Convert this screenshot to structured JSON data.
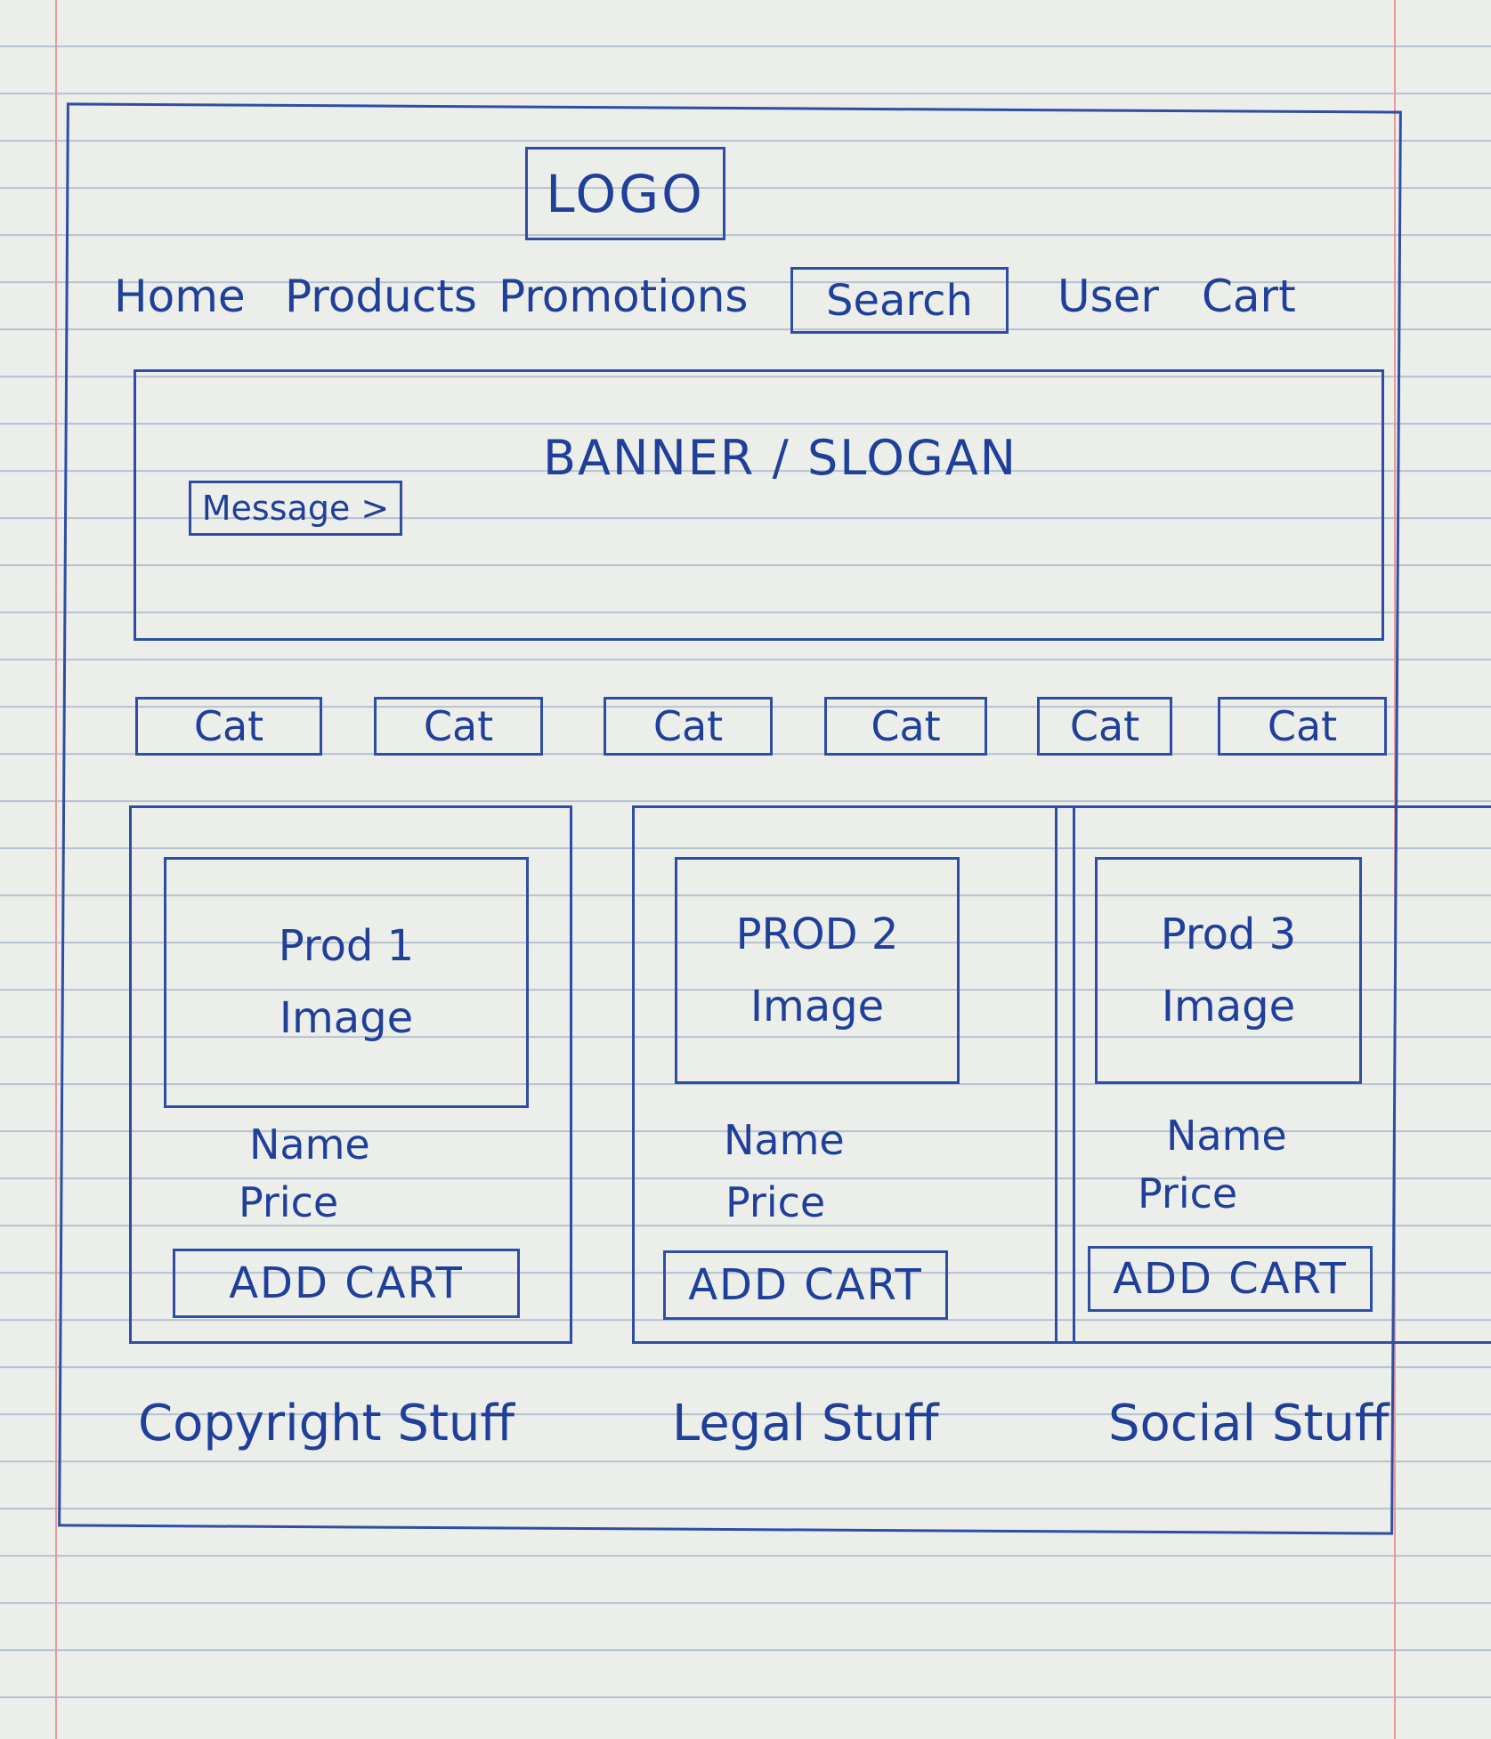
{
  "header": {
    "logo": "LOGO",
    "nav": [
      "Home",
      "Products",
      "Promotions"
    ],
    "search_label": "Search",
    "user_label": "User",
    "cart_label": "Cart"
  },
  "banner": {
    "title": "BANNER / SLOGAN",
    "message_button": "Message >"
  },
  "categories": [
    "Cat",
    "Cat",
    "Cat",
    "Cat",
    "Cat",
    "Cat"
  ],
  "products": [
    {
      "image_line1": "Prod 1",
      "image_line2": "Image",
      "name": "Name",
      "price": "Price",
      "button": "ADD CART"
    },
    {
      "image_line1": "PROD 2",
      "image_line2": "Image",
      "name": "Name",
      "price": "Price",
      "button": "ADD CART"
    },
    {
      "image_line1": "Prod 3",
      "image_line2": "Image",
      "name": "Name",
      "price": "Price",
      "button": "ADD CART"
    }
  ],
  "footer": {
    "items": [
      "Copyright Stuff",
      "Legal Stuff",
      "Social Stuff"
    ]
  }
}
